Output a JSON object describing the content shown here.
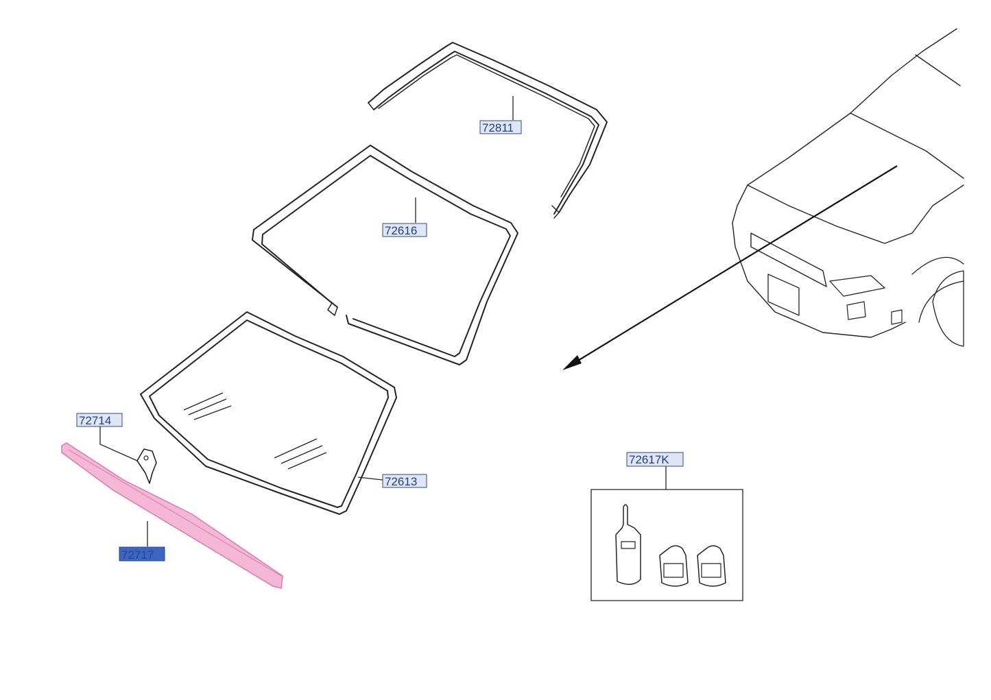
{
  "diagram": {
    "labels": {
      "molding_upper": "72811",
      "dam_rubber": "72616",
      "windshield_glass": "72613",
      "clip": "72714",
      "molding_lower": "72717",
      "sealant_kit": "72617K"
    },
    "selected_label": "72717",
    "colors": {
      "label_text": "#1f3f86",
      "label_fill": "#dfe6f4",
      "selected_fill": "#3d66c4",
      "highlight_part": "#f4b8d6"
    }
  }
}
